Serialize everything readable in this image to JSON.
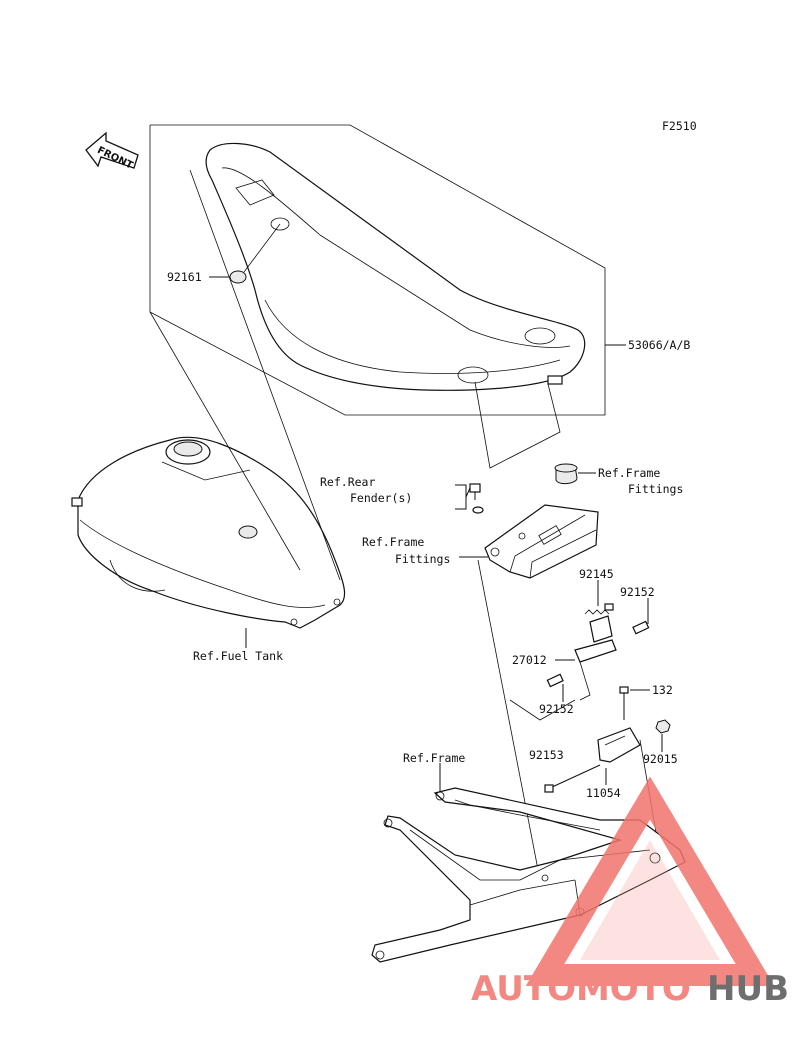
{
  "figure_code": "F2510",
  "front_label": "FRONT",
  "labels": {
    "p92161": "92161",
    "p53066": "53066/A/B",
    "ref_rear_fender_1": "Ref.Rear",
    "ref_rear_fender_2": "Fender(s)",
    "ref_frame_fittings_a_1": "Ref.Frame",
    "ref_frame_fittings_a_2": "Fittings",
    "ref_frame_fittings_b_1": "Ref.Frame",
    "ref_frame_fittings_b_2": "Fittings",
    "ref_fuel_tank": "Ref.Fuel Tank",
    "p92145": "92145",
    "p92152_top": "92152",
    "p27012": "27012",
    "p132": "132",
    "p92152_bottom": "92152",
    "ref_frame": "Ref.Frame",
    "p92153": "92153",
    "p92015": "92015",
    "p11054": "11054"
  },
  "watermark": {
    "part1": "AUTOMOTO",
    "part2": "HUB",
    "color_accent": "#f0746c",
    "color_dark": "#555555"
  }
}
